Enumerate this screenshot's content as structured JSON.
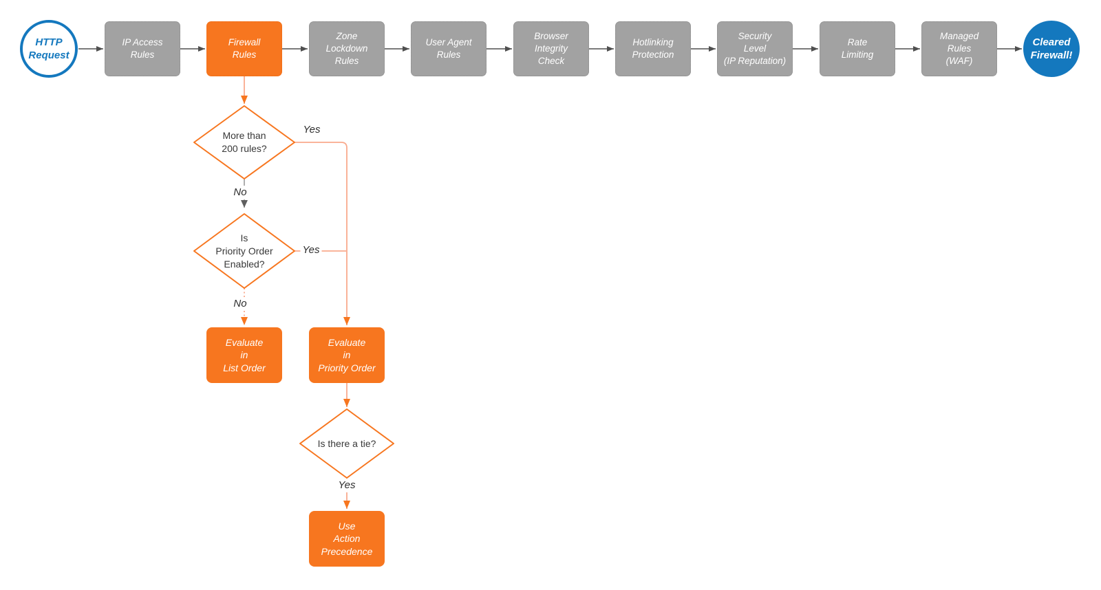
{
  "nodes": {
    "http_request": {
      "label": "HTTP\nRequest"
    },
    "ip_access": {
      "label": "IP Access\nRules"
    },
    "firewall": {
      "label": "Firewall\nRules"
    },
    "zone_lockdown": {
      "label": "Zone\nLockdown\nRules"
    },
    "user_agent": {
      "label": "User Agent\nRules"
    },
    "browser_integrity": {
      "label": "Browser\nIntegrity\nCheck"
    },
    "hotlinking": {
      "label": "Hotlinking\nProtection"
    },
    "security_level": {
      "label": "Security\nLevel\n(IP Reputation)"
    },
    "rate_limiting": {
      "label": "Rate\nLimiting"
    },
    "managed_rules": {
      "label": "Managed\nRules\n(WAF)"
    },
    "cleared_firewall": {
      "label": "Cleared\nFirewall!"
    },
    "decision_200": {
      "label": "More than\n200 rules?"
    },
    "decision_priority": {
      "label": "Is\nPriority Order\nEnabled?"
    },
    "decision_tie": {
      "label": "Is there a tie?"
    },
    "evaluate_list": {
      "label": "Evaluate\nin\nList Order"
    },
    "evaluate_priority": {
      "label": "Evaluate\nin\nPriority Order"
    },
    "action_precedence": {
      "label": "Use\nAction\nPrecedence"
    }
  },
  "edges": {
    "yes_200": "Yes",
    "no_200": "No",
    "yes_priority": "Yes",
    "no_priority": "No",
    "yes_tie": "Yes"
  },
  "colors": {
    "accent_orange": "#F7761F",
    "line_orange": "#F9A98C",
    "node_gray": "#A2A2A2",
    "line_gray": "#4F4F4F",
    "brand_blue": "#1478BE",
    "text_dark": "#383838"
  }
}
